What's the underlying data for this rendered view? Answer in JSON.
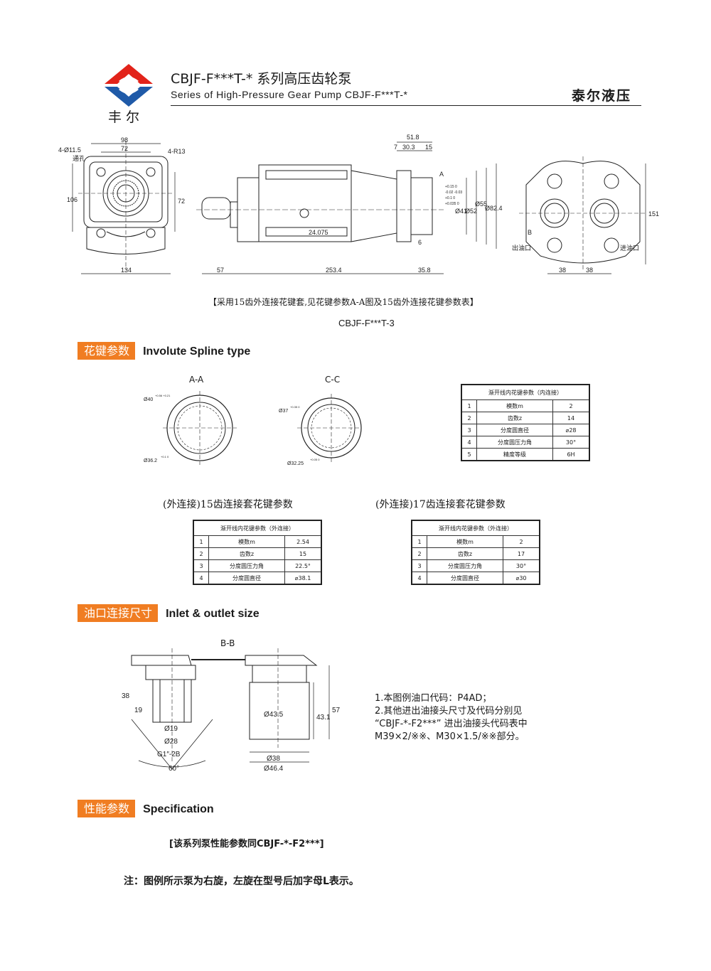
{
  "header": {
    "title": "CBJF-F***T-* 系列高压齿轮泵",
    "subtitle": "Series of High-Pressure Gear Pump CBJF-F***T-*",
    "brand": "泰尔液压",
    "logo_text": "丰尔"
  },
  "drawing_top": {
    "dims": {
      "d98": "98",
      "d72a": "72",
      "hole": "4-Ø11.5",
      "through": "通孔",
      "r13": "4-R13",
      "d106": "106",
      "d72b": "72",
      "d134": "134",
      "d57": "57",
      "d253": "253.4",
      "d358": "35.8",
      "d518": "51.8",
      "d7": "7",
      "d303": "30.3",
      "d15": "15",
      "d6": "6",
      "d24": "24.075",
      "dA": "A",
      "d41": "Ø41",
      "d52": "Ø52",
      "d55": "Ø55",
      "d824": "Ø82.4",
      "t41": "+0.15 0",
      "t52": "-0.02 -0.03",
      "t55": "+0.1 0",
      "t824": "+0.035 0",
      "d151": "151",
      "d38a": "38",
      "d38b": "38",
      "dB": "B",
      "outlet": "出油口",
      "inlet": "进油口"
    },
    "caption": "【采用15齿外连接花键套,见花键参数A-A图及15齿外连接花键参数表】",
    "model": "CBJF-F***T-3"
  },
  "spline_section": {
    "tag": "花键参数",
    "title_en": "Involute Spline type",
    "aa_label": "A-A",
    "cc_label": "C-C",
    "aa_d1": "Ø40",
    "aa_t1": "+0.56 +0.21",
    "aa_d2": "Ø36.2",
    "aa_t2": "+0.1 0",
    "cc_d1": "Ø37",
    "cc_t1": "+0.35 0",
    "cc_d2": "Ø32.25",
    "cc_t2": "+0.05 0",
    "inner_table": {
      "header": "渐开线内花键参数（内连接）",
      "rows": [
        {
          "n": "1",
          "k": "模数m",
          "v": "2"
        },
        {
          "n": "2",
          "k": "齿数z",
          "v": "14"
        },
        {
          "n": "3",
          "k": "分度圆直径",
          "v": "⌀28"
        },
        {
          "n": "4",
          "k": "分度圆压力角",
          "v": "30°"
        },
        {
          "n": "5",
          "k": "精度等级",
          "v": "6H"
        }
      ]
    },
    "table15_caption": "(外连接)15齿连接套花键参数",
    "table15": {
      "header": "渐开线内花键参数（外连接）",
      "rows": [
        {
          "n": "1",
          "k": "模数m",
          "v": "2.54"
        },
        {
          "n": "2",
          "k": "齿数z",
          "v": "15"
        },
        {
          "n": "3",
          "k": "分度圆压力角",
          "v": "22.5°"
        },
        {
          "n": "4",
          "k": "分度圆直径",
          "v": "⌀38.1"
        }
      ]
    },
    "table17_caption": "(外连接)17齿连接套花键参数",
    "table17": {
      "header": "渐开线内花键参数（外连接）",
      "rows": [
        {
          "n": "1",
          "k": "模数m",
          "v": "2"
        },
        {
          "n": "2",
          "k": "齿数z",
          "v": "17"
        },
        {
          "n": "3",
          "k": "分度圆压力角",
          "v": "30°"
        },
        {
          "n": "4",
          "k": "分度圆直径",
          "v": "⌀30"
        }
      ]
    }
  },
  "inlet_section": {
    "tag": "油口连接尺寸",
    "title_en": "Inlet & outlet size",
    "bb_label": "B-B",
    "dims": {
      "d38": "38",
      "d19": "19",
      "p19": "Ø19",
      "p28": "Ø28",
      "thread": "G1″-2B",
      "ang": "60°",
      "p435": "Ø43.5",
      "d431": "43.1",
      "d57": "57",
      "p38": "Ø38",
      "p464": "Ø46.4"
    },
    "notes": [
      "1.本图例油口代码：P4AD；",
      "2.其他进出油接头尺寸及代码分别见",
      "“CBJF-*-F2***” 进出油接头代码表中",
      "M39×2/※※、M30×1.5/※※部分。"
    ]
  },
  "spec_section": {
    "tag": "性能参数",
    "title_en": "Specification",
    "text": "[该系列泵性能参数同CBJF-*-F2***]",
    "footnote": "注：图例所示泵为右旋，左旋在型号后加字母L表示。"
  },
  "colors": {
    "accent": "#f07d22",
    "logo_red": "#e2231a",
    "logo_blue": "#1f5aa8"
  }
}
